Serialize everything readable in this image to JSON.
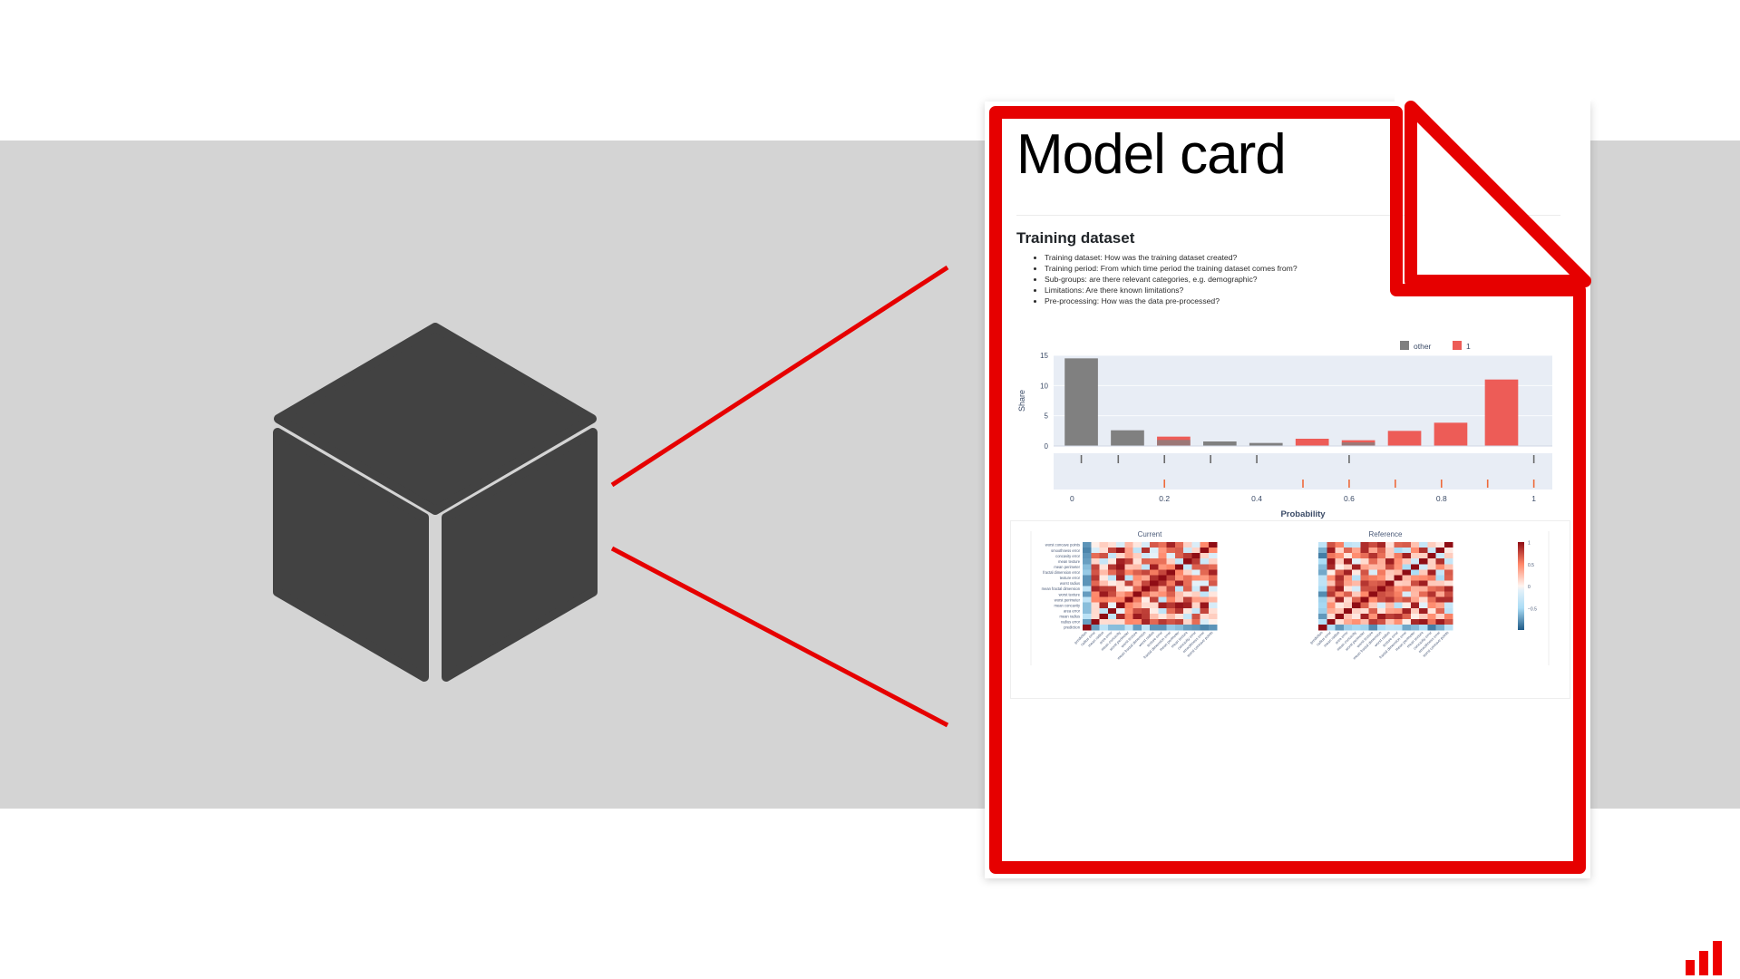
{
  "background": {
    "page_color": "#ffffff",
    "band_color": "#d4d4d4"
  },
  "cube": {
    "icon": "cube-icon",
    "color": "#424242"
  },
  "connectors": {
    "color": "#e60000",
    "count": 2
  },
  "document": {
    "outline_color": "#e60000",
    "page_color": "#ffffff",
    "title": "Model card",
    "section": {
      "heading": "Training dataset",
      "bullets": [
        "Training dataset: How was the training dataset created?",
        "Training period: From which time period the training dataset comes from?",
        "Sub-groups: are there relevant categories, e.g. demographic?",
        "Limitations: Are there known limitations?",
        "Pre-processing: How was the data pre-processed?"
      ]
    }
  },
  "logo": {
    "name": "bar-chart-logo",
    "color": "#ee0000",
    "bars": [
      0.42,
      0.68,
      0.95
    ]
  },
  "chart_data": [
    {
      "type": "bar",
      "title": "",
      "xlabel": "Probability",
      "ylabel": "Share",
      "xlim": [
        -0.04,
        1.04
      ],
      "ylim": [
        0,
        15
      ],
      "yticks": [
        0,
        5,
        10,
        15
      ],
      "xticks": [
        0,
        0.2,
        0.4,
        0.6,
        0.8,
        1
      ],
      "grid": true,
      "plot_bgcolor": "#e8edf5",
      "legend": {
        "position": "top-right",
        "entries": [
          {
            "label": "other",
            "color": "#808080"
          },
          {
            "label": "1",
            "color": "#ed5c57"
          }
        ]
      },
      "bins": [
        {
          "x": 0.02,
          "other": 14.5,
          "one": 0.0
        },
        {
          "x": 0.12,
          "other": 2.6,
          "one": 0.0
        },
        {
          "x": 0.22,
          "other": 1.0,
          "one": 0.55
        },
        {
          "x": 0.32,
          "other": 0.75,
          "one": 0.0
        },
        {
          "x": 0.42,
          "other": 0.5,
          "one": 0.0
        },
        {
          "x": 0.52,
          "other": 0.0,
          "one": 1.2
        },
        {
          "x": 0.62,
          "other": 0.6,
          "one": 0.35
        },
        {
          "x": 0.72,
          "other": 0.0,
          "one": 2.5
        },
        {
          "x": 0.82,
          "other": 0.0,
          "one": 3.85
        },
        {
          "x": 0.93,
          "other": 0.0,
          "one": 11.0
        }
      ],
      "rug": {
        "other_ticks": [
          0.02,
          0.1,
          0.2,
          0.3,
          0.4,
          0.6,
          1.0
        ],
        "one_ticks": [
          0.2,
          0.5,
          0.6,
          0.7,
          0.8,
          0.9,
          1.0
        ],
        "other_color": "#6a6a6a",
        "one_color": "#ee6a3a"
      }
    },
    {
      "type": "heatmap",
      "panels": [
        {
          "title": "Current"
        },
        {
          "title": "Reference"
        }
      ],
      "features": [
        "prediction",
        "radius error",
        "mean radius",
        "area error",
        "mean concavity",
        "worst perimeter",
        "worst texture",
        "mean fractal dimension",
        "worst radius",
        "texture error",
        "fractal dimension error",
        "mean perimeter",
        "mean texture",
        "concavity error",
        "smoothness error",
        "worst concave points"
      ],
      "ylabels": [
        "worst concave points",
        "smoothness error",
        "concavity error",
        "mean texture",
        "mean perimeter",
        "fractal dimension error",
        "texture error",
        "worst radius",
        "mean fractal dimension",
        "worst texture",
        "worst perimeter",
        "mean concavity",
        "area error",
        "mean radius",
        "radius error",
        "prediction"
      ],
      "colorbar": {
        "ticks": [
          "1",
          "0.5",
          "0",
          "-0.5"
        ],
        "vmin": -1,
        "vmax": 1,
        "colormap": "RdBu_r"
      },
      "label_color": "#4a5a78"
    }
  ]
}
